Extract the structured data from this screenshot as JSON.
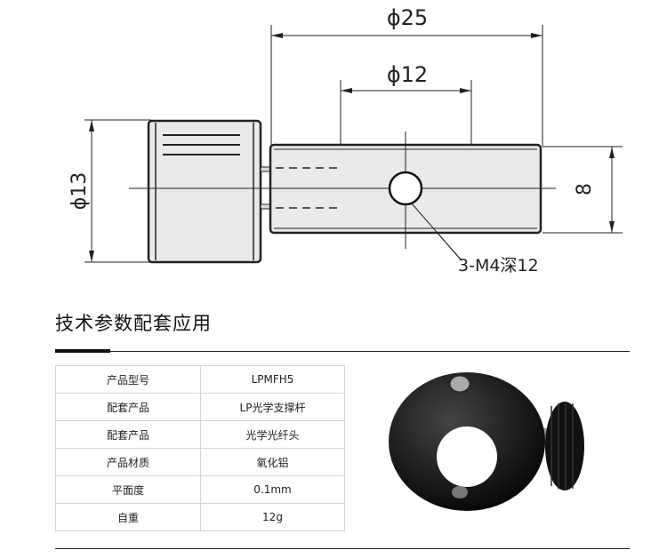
{
  "drawing": {
    "dim_overall": "ϕ25",
    "dim_inner": "ϕ12",
    "dim_knob": "ϕ13",
    "dim_rod": "8",
    "hole_note": "3-M4深12"
  },
  "section": {
    "title": "技术参数配套应用"
  },
  "specs": [
    {
      "label": "产品型号",
      "value": "LPMFH5"
    },
    {
      "label": "配套产品",
      "value": "LP光学支撑杆"
    },
    {
      "label": "配套产品",
      "value": "光学光纤头"
    },
    {
      "label": "产品材质",
      "value": "氧化铝"
    },
    {
      "label": "平面度",
      "value": "0.1mm"
    },
    {
      "label": "自重",
      "value": "12g"
    }
  ]
}
